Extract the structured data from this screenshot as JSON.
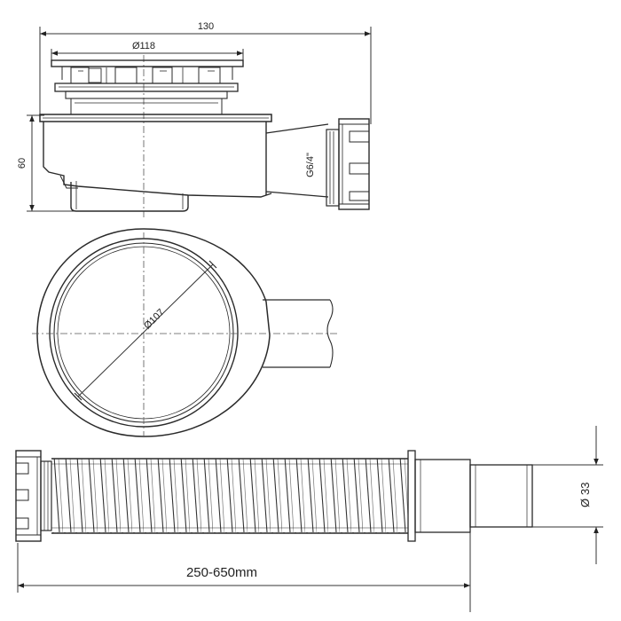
{
  "top_view": {
    "dim_overall_width": "130",
    "dim_grate_diameter": "Ø118",
    "dim_height": "60",
    "dim_thread": "G6/4\""
  },
  "plan_view": {
    "dim_body_diameter": "Ø107"
  },
  "hose_view": {
    "dim_outlet_diameter": "33",
    "dim_outlet_diameter_symbol": "Ø",
    "dim_length_range": "250-650mm"
  },
  "colors": {
    "line": "#2a2a2a",
    "background": "#ffffff"
  }
}
